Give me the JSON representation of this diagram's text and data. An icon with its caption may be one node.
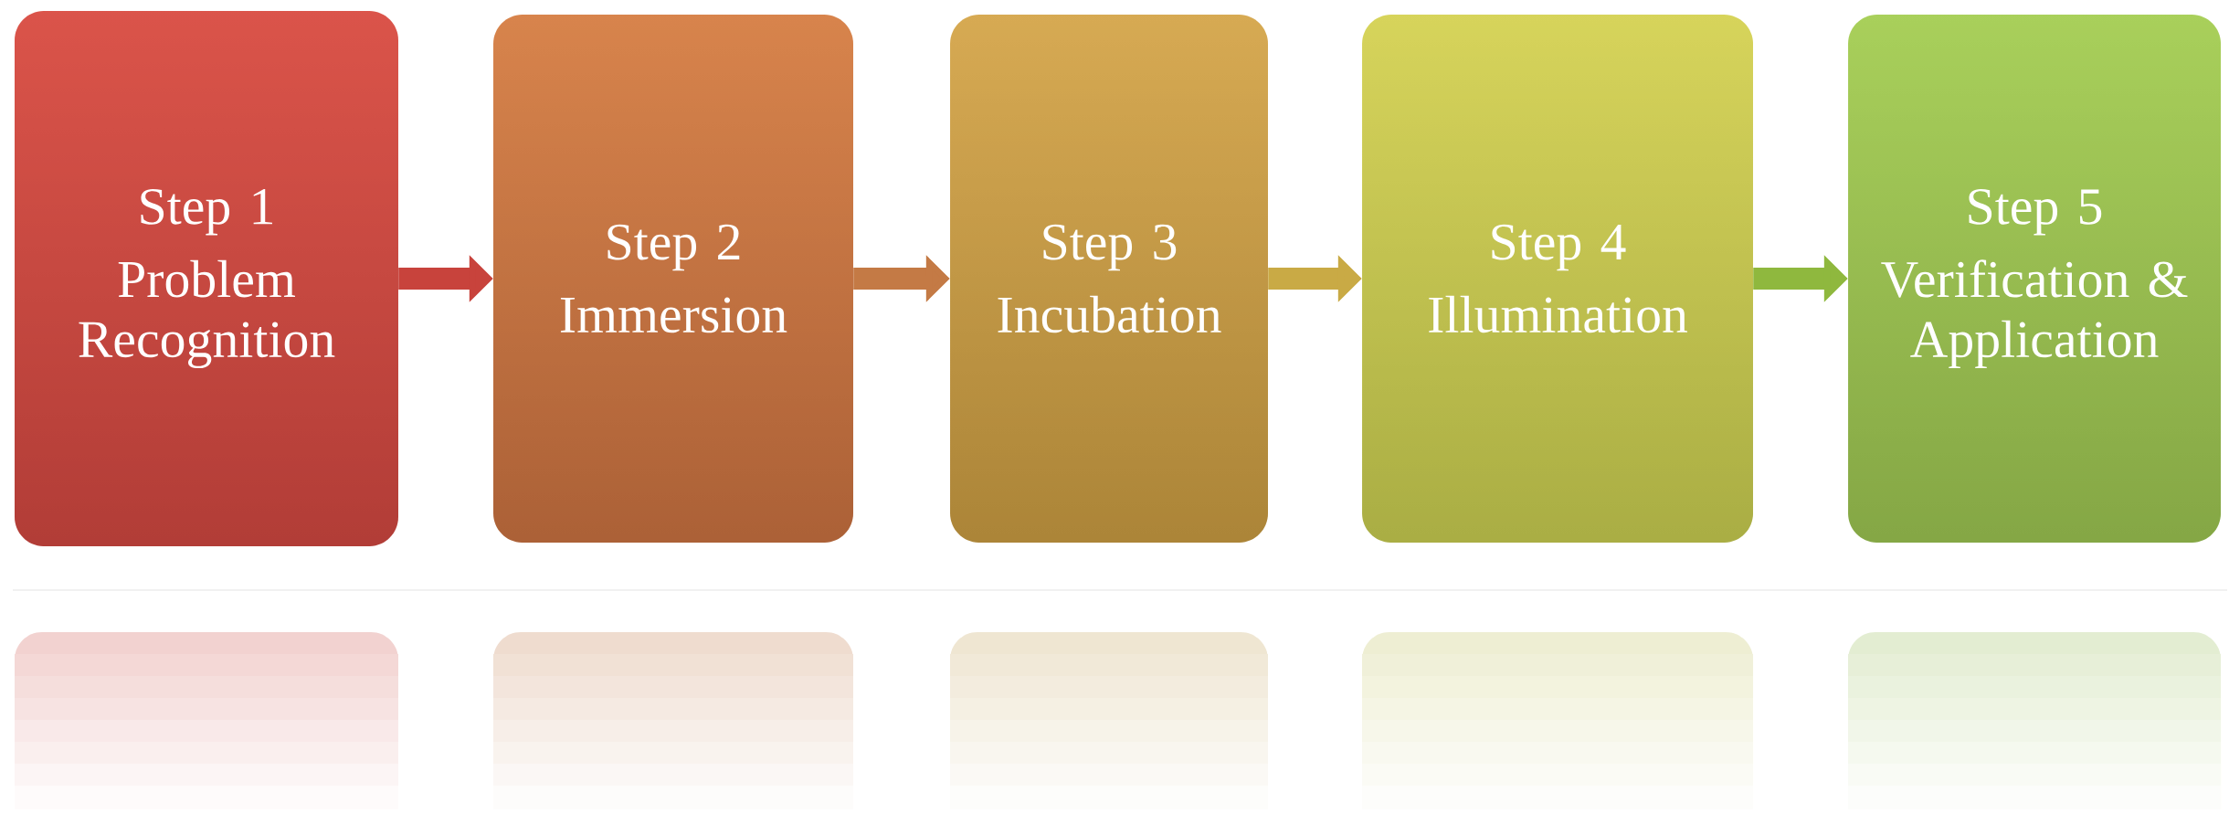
{
  "diagram": {
    "nodes": [
      {
        "text": [
          "Step 1",
          "Problem Recognition"
        ]
      },
      {
        "text": [
          "Step 2",
          "Immersion"
        ]
      },
      {
        "text": [
          "Step 3",
          "Incubation"
        ]
      },
      {
        "text": [
          "Step 4",
          "Illumination"
        ]
      },
      {
        "text": [
          "Step 5",
          "Verification & Application"
        ]
      }
    ],
    "edges": [
      {
        "from": 0,
        "to": 1,
        "arrow": "to",
        "color": "#c8433c"
      },
      {
        "from": 1,
        "to": 2,
        "arrow": "to",
        "color": "#c47a45"
      },
      {
        "from": 2,
        "to": 3,
        "arrow": "to",
        "color": "#c9aa45"
      },
      {
        "from": 3,
        "to": 4,
        "arrow": "to",
        "color": "#8fb83e"
      }
    ]
  }
}
